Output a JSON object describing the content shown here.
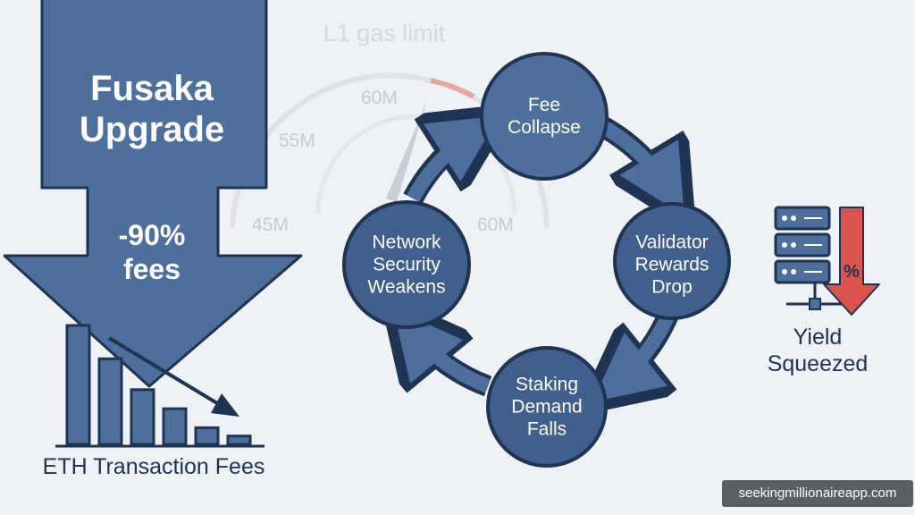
{
  "upgrade_arrow": {
    "title": "Fusaka Upgrade",
    "fee_change": "-90% fees"
  },
  "fee_chart": {
    "caption": "ETH Transaction Fees",
    "bar_levels": [
      1.0,
      0.72,
      0.46,
      0.3,
      0.14,
      0.07
    ]
  },
  "gas_gauge": {
    "title": "L1 gas limit",
    "tick_labels": [
      "60M",
      "55M",
      "45M",
      "60M"
    ]
  },
  "cycle": {
    "nodes": [
      {
        "label": "Fee Collapse"
      },
      {
        "label": "Validator Rewards Drop"
      },
      {
        "label": "Staking Demand Falls"
      },
      {
        "label": "Network Security Weakens"
      }
    ]
  },
  "yield_panel": {
    "badge": "%",
    "label": "Yield Squeezed"
  },
  "watermark": "seekingmillionaireapp.com",
  "colors": {
    "background": "#eef1f6",
    "arrow_fill": "#4d6f9b",
    "node_fill": "#3f5f8c",
    "dark_outline": "#1f3352",
    "alert_red": "#d9534f",
    "gauge_gray": "#c9cfd8"
  }
}
